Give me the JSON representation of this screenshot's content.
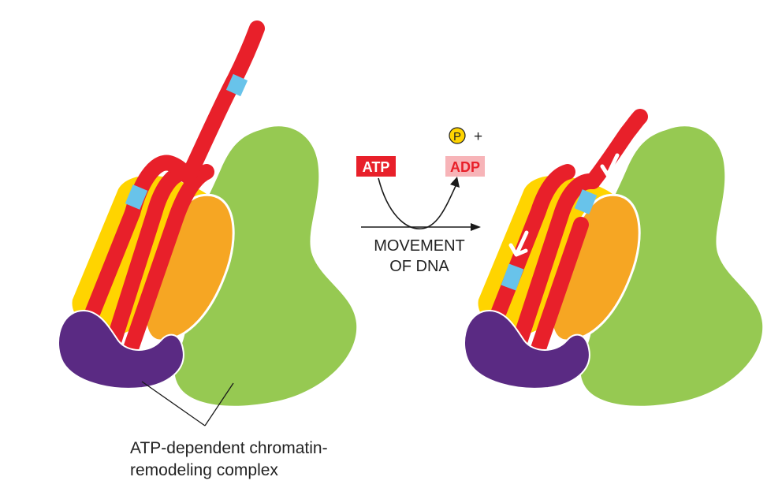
{
  "reaction": {
    "atp_label": "ATP",
    "adp_label": "ADP",
    "phosphate_label": "P",
    "plus_sign": "+",
    "movement_line1": "MOVEMENT",
    "movement_line2": "OF DNA"
  },
  "complex_label": {
    "line1": "ATP-dependent chromatin-",
    "line2": "remodeling complex"
  },
  "colors": {
    "dna": "#e8202a",
    "dna_marker": "#68c3ea",
    "histone_yellow": "#ffd400",
    "histone_orange": "#f6a623",
    "remodeler_green": "#96c952",
    "remodeler_purple": "#5a2a83",
    "atp_box": "#e8202a",
    "adp_box": "#f7b4b8",
    "phosphate_circle": "#ffd400"
  }
}
